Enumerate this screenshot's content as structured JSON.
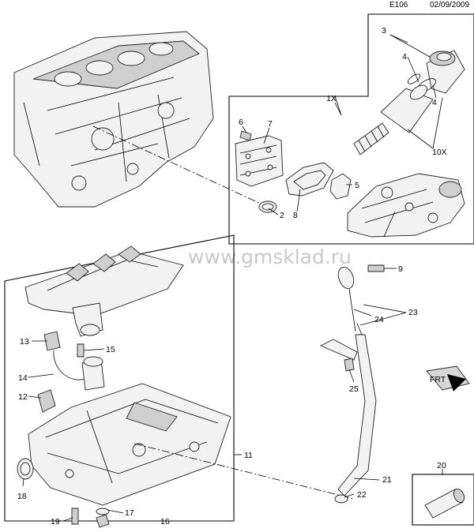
{
  "header": {
    "code": "E106",
    "date": "02/09/2009"
  },
  "watermark": "www.gmsklad.ru",
  "callouts": [
    {
      "id": "c1X",
      "text": "1X"
    },
    {
      "id": "c2",
      "text": "2"
    },
    {
      "id": "c3",
      "text": "3"
    },
    {
      "id": "c4a",
      "text": "4"
    },
    {
      "id": "c4b",
      "text": "4"
    },
    {
      "id": "c5",
      "text": "5"
    },
    {
      "id": "c6",
      "text": "6"
    },
    {
      "id": "c7",
      "text": "7"
    },
    {
      "id": "c8",
      "text": "8"
    },
    {
      "id": "c9",
      "text": "9"
    },
    {
      "id": "c10X",
      "text": "10X"
    },
    {
      "id": "c11",
      "text": "11"
    },
    {
      "id": "c12",
      "text": "12"
    },
    {
      "id": "c13",
      "text": "13"
    },
    {
      "id": "c14",
      "text": "14"
    },
    {
      "id": "c15",
      "text": "15"
    },
    {
      "id": "c16",
      "text": "16"
    },
    {
      "id": "c17",
      "text": "17"
    },
    {
      "id": "c18",
      "text": "18"
    },
    {
      "id": "c19",
      "text": "19"
    },
    {
      "id": "c20",
      "text": "20"
    },
    {
      "id": "c21",
      "text": "21"
    },
    {
      "id": "c22",
      "text": "22"
    },
    {
      "id": "c23",
      "text": "23"
    },
    {
      "id": "c24",
      "text": "24"
    },
    {
      "id": "c25",
      "text": "25"
    }
  ],
  "front_marker": "FRT"
}
